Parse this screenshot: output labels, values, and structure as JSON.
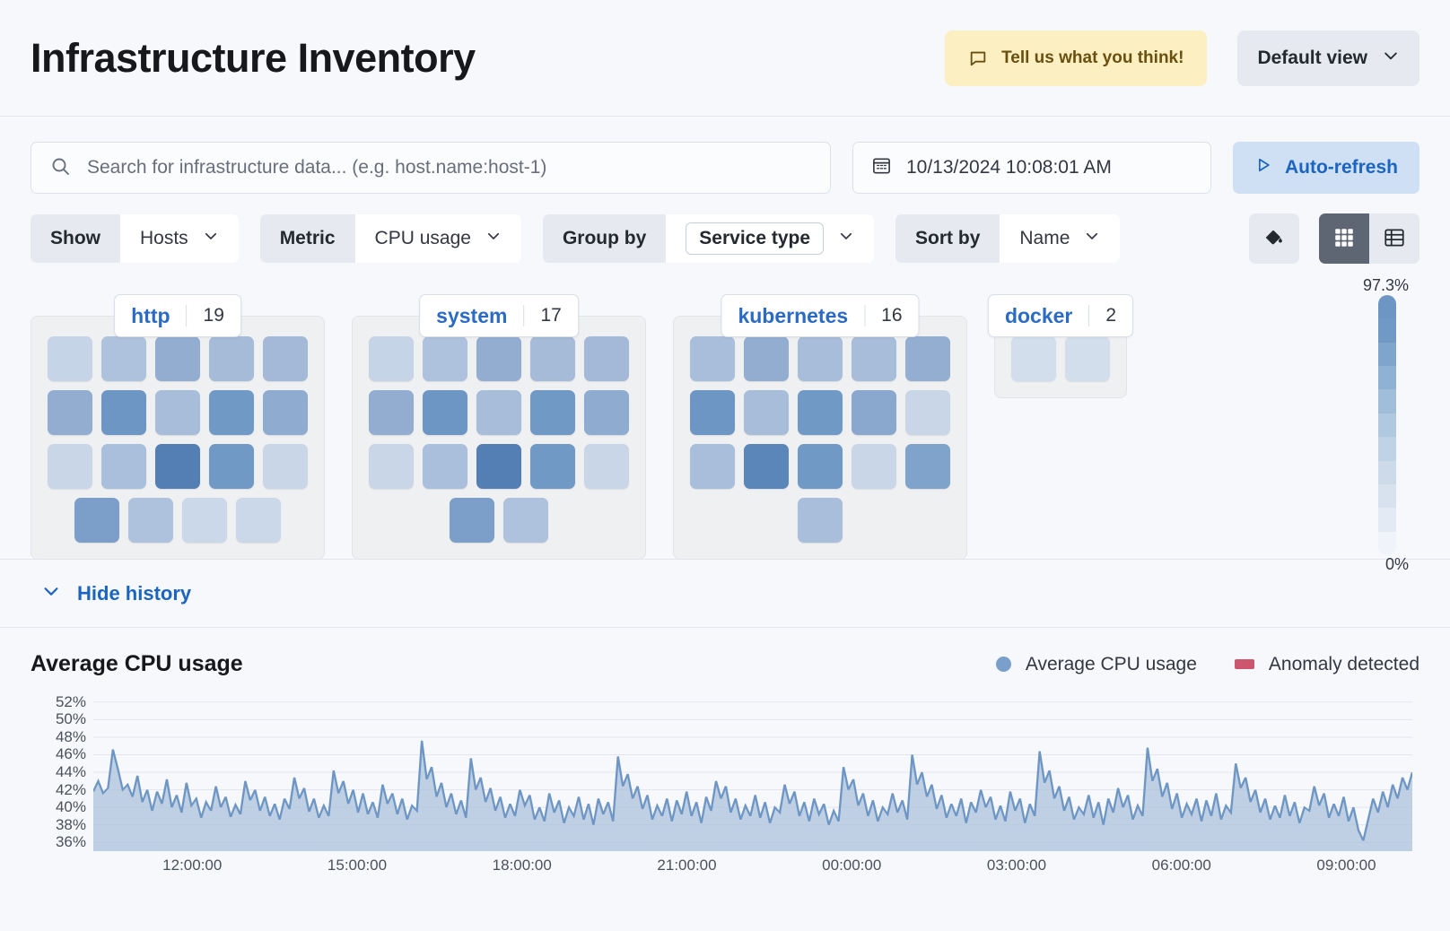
{
  "header": {
    "title": "Infrastructure Inventory",
    "feedback_label": "Tell us what you think!",
    "feedback_icon": "comment-icon",
    "view_label": "Default view",
    "view_icon": "chevron-down-icon"
  },
  "search": {
    "placeholder": "Search for infrastructure data... (e.g. host.name:host-1)",
    "value": "",
    "icon": "search-icon"
  },
  "datepicker": {
    "value": "10/13/2024 10:08:01 AM",
    "icon": "calendar-icon"
  },
  "refresh": {
    "label": "Auto-refresh",
    "icon": "play-icon"
  },
  "filters": [
    {
      "label": "Show",
      "value": "Hosts",
      "boxed": false,
      "icon": "chevron-down-icon"
    },
    {
      "label": "Metric",
      "value": "CPU usage",
      "boxed": false,
      "icon": "chevron-down-icon"
    },
    {
      "label": "Group by",
      "value": "Service type",
      "boxed": true,
      "icon": "chevron-down-icon"
    },
    {
      "label": "Sort by",
      "value": "Name",
      "boxed": false,
      "icon": "chevron-down-icon"
    }
  ],
  "view_toggles": {
    "palette_icon": "color-fill-icon",
    "map_icon": "grid-view-icon",
    "table_icon": "table-view-icon",
    "active": "grid-view-icon"
  },
  "legend": {
    "max_label": "97.3%",
    "min_label": "0%",
    "colors": [
      "#6E96C4",
      "#7099C6",
      "#7FA5CC",
      "#8FB1D3",
      "#A0BDDA",
      "#B0C8E0",
      "#BFD2E6",
      "#CCDAEA",
      "#D8E2EF",
      "#E4EAF4",
      "#F0F3F9"
    ]
  },
  "groups": [
    {
      "name": "http",
      "count": "19",
      "rows": [
        [
          "#C5D4E6",
          "#AEC2DD",
          "#93ADD1",
          "#A5BBD8",
          "#A3B9D7"
        ],
        [
          "#93ADD1",
          "#6E96C4",
          "#A8BDD9",
          "#7099C6",
          "#90ABD0"
        ],
        [
          "#C8D6E8",
          "#AABFDB",
          "#537FB5",
          "#7099C6",
          "#C8D6E8"
        ],
        [
          "#7B9FC9",
          "#AEC2DD",
          "#CBD8E9",
          "#CBD8E9"
        ]
      ]
    },
    {
      "name": "system",
      "count": "17",
      "rows": [
        [
          "#C5D4E6",
          "#AEC2DD",
          "#93ADD1",
          "#A5BBD8",
          "#A3B9D7"
        ],
        [
          "#93ADD1",
          "#6E96C4",
          "#A8BDD9",
          "#7099C6",
          "#90ABD0"
        ],
        [
          "#C8D6E8",
          "#AABFDB",
          "#537FB5",
          "#7099C6",
          "#C8D6E8"
        ],
        [
          "#7B9FC9",
          "#AEC2DD"
        ]
      ]
    },
    {
      "name": "kubernetes",
      "count": "16",
      "rows": [
        [
          "#A9BEDA",
          "#93ADD1",
          "#A8BDD9",
          "#A8BDD9",
          "#94AED1"
        ],
        [
          "#6E96C4",
          "#A8BDD9",
          "#7099C6",
          "#8AA8CE",
          "#C8D6E8"
        ],
        [
          "#A9BEDA",
          "#5B86B9",
          "#7099C6",
          "#C8D6E8",
          "#7FA3CA"
        ],
        [
          "#A9BEDA"
        ]
      ]
    },
    {
      "name": "docker",
      "count": "2",
      "rows": [
        [
          "#D3DEEC",
          "#D3DEEC"
        ]
      ]
    }
  ],
  "history_toggle": {
    "label": "Hide history",
    "icon": "chevron-down-icon"
  },
  "chart_data": {
    "type": "area",
    "title": "Average CPU usage",
    "xlabel": "",
    "ylabel": "",
    "ylim": [
      35,
      53
    ],
    "grid": true,
    "legend_position": "top-right",
    "legend": [
      {
        "name": "Average CPU usage",
        "color": "#7A9FCB",
        "marker": "circle"
      },
      {
        "name": "Anomaly detected",
        "color": "#CC566D",
        "marker": "square"
      }
    ],
    "yticks": [
      "52%",
      "50%",
      "48%",
      "46%",
      "44%",
      "42%",
      "40%",
      "38%",
      "36%"
    ],
    "ytick_values": [
      52,
      50,
      48,
      46,
      44,
      42,
      40,
      38,
      36
    ],
    "xticks": [
      "12:00:00",
      "15:00:00",
      "18:00:00",
      "21:00:00",
      "00:00:00",
      "03:00:00",
      "06:00:00",
      "09:00:00"
    ],
    "xtick_positions": [
      0.075,
      0.2,
      0.325,
      0.45,
      0.575,
      0.7,
      0.825,
      0.95
    ],
    "line_color": "#6E96C4",
    "fill_color": "#A9C1DC",
    "series": [
      {
        "name": "Average CPU usage",
        "values": [
          41.8,
          43.0,
          41.6,
          42.2,
          46.6,
          44.4,
          42.0,
          42.6,
          41.2,
          43.6,
          40.6,
          42.0,
          39.6,
          41.8,
          40.4,
          43.2,
          40.0,
          41.4,
          39.4,
          42.8,
          40.2,
          41.0,
          38.8,
          40.6,
          39.6,
          42.4,
          40.0,
          41.2,
          38.9,
          40.3,
          39.2,
          43.0,
          40.8,
          42.0,
          39.6,
          41.2,
          39.0,
          40.4,
          38.6,
          41.0,
          39.8,
          43.4,
          41.0,
          42.2,
          39.5,
          41.0,
          38.8,
          40.2,
          39.0,
          44.2,
          41.6,
          43.0,
          40.4,
          42.0,
          39.4,
          41.6,
          39.2,
          40.6,
          38.8,
          42.6,
          40.4,
          41.6,
          39.2,
          41.0,
          38.6,
          40.2,
          39.6,
          47.6,
          43.2,
          44.6,
          41.2,
          42.8,
          40.0,
          41.6,
          39.2,
          40.8,
          38.8,
          45.6,
          42.0,
          43.4,
          40.6,
          42.2,
          39.6,
          41.2,
          38.8,
          40.4,
          39.0,
          42.0,
          40.2,
          41.4,
          38.6,
          40.0,
          38.4,
          41.6,
          39.4,
          40.8,
          38.2,
          40.0,
          39.0,
          41.2,
          38.6,
          40.4,
          38.0,
          41.0,
          39.2,
          40.6,
          38.4,
          45.8,
          42.4,
          43.8,
          41.0,
          42.4,
          39.8,
          41.4,
          38.6,
          40.2,
          39.0,
          41.0,
          38.4,
          40.8,
          39.2,
          41.8,
          39.0,
          40.6,
          38.2,
          41.2,
          39.6,
          43.0,
          41.0,
          42.4,
          39.4,
          41.0,
          38.6,
          40.2,
          39.0,
          41.4,
          38.8,
          40.6,
          38.2,
          40.0,
          39.4,
          42.6,
          40.4,
          41.8,
          39.0,
          40.6,
          38.4,
          41.0,
          39.2,
          40.4,
          38.0,
          39.6,
          38.4,
          44.6,
          42.0,
          43.2,
          40.2,
          41.6,
          39.0,
          40.8,
          38.4,
          40.0,
          39.2,
          41.6,
          39.4,
          40.8,
          38.6,
          46.0,
          42.6,
          44.0,
          41.2,
          42.6,
          39.8,
          41.4,
          38.8,
          40.4,
          39.0,
          41.0,
          38.2,
          40.6,
          39.4,
          42.0,
          40.0,
          41.2,
          38.6,
          40.2,
          38.4,
          41.8,
          39.6,
          41.0,
          38.2,
          40.4,
          39.0,
          46.4,
          42.8,
          44.2,
          41.0,
          42.4,
          39.6,
          41.2,
          38.6,
          40.0,
          39.2,
          41.4,
          38.8,
          40.6,
          38.0,
          41.0,
          39.4,
          42.2,
          40.0,
          41.4,
          38.6,
          40.2,
          39.0,
          46.8,
          43.0,
          44.4,
          41.2,
          42.8,
          39.8,
          41.6,
          38.8,
          40.4,
          39.2,
          41.0,
          38.4,
          40.8,
          39.0,
          41.6,
          38.6,
          40.2,
          39.4,
          45.0,
          42.2,
          43.4,
          40.6,
          42.0,
          39.4,
          41.0,
          38.6,
          40.2,
          38.8,
          41.4,
          39.0,
          40.6,
          38.2,
          40.0,
          39.6,
          42.4,
          40.2,
          41.6,
          38.8,
          40.4,
          39.0,
          41.2,
          38.4,
          40.0,
          37.4,
          36.2,
          38.6,
          41.0,
          39.4,
          41.8,
          40.0,
          42.6,
          41.0,
          43.4,
          42.0,
          44.0
        ]
      }
    ]
  }
}
